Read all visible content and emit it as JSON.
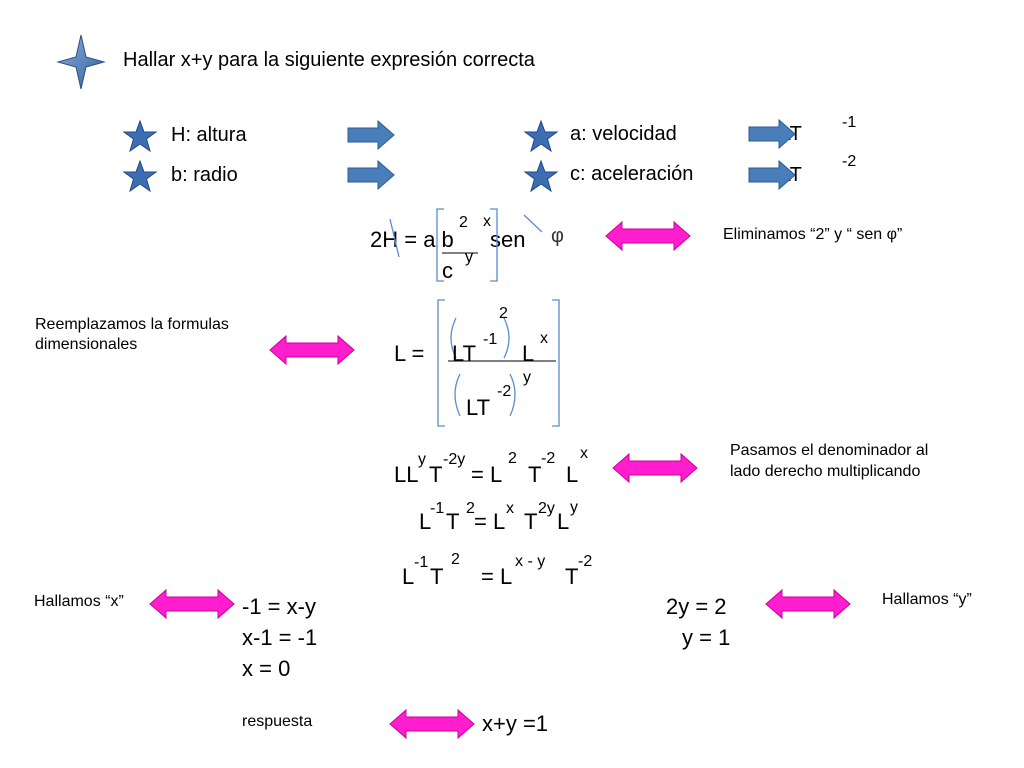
{
  "title": "Hallar  x+y  para la siguiente expresión correcta",
  "definitions": {
    "h": "H: altura",
    "b": "b: radio",
    "a": "a: velocidad",
    "c": "c: aceleración",
    "a_dim_base": "LT",
    "a_dim_exp": "-1",
    "c_dim_base": "LT",
    "c_dim_exp": "-2"
  },
  "equation1": {
    "lhs": "2H = a b",
    "b_exp": "2",
    "sen": "sen",
    "outer_exp": "x",
    "den_base": "c",
    "den_exp": "y",
    "phi": "φ"
  },
  "notes": {
    "eliminate": "Eliminamos “2” y “ sen φ”",
    "replace": "Reemplazamos la formulas dimensionales",
    "move": "Pasamos el denominador al lado derecho multiplicando",
    "find_x": "Hallamos “x”",
    "find_y": "Hallamos  “y”",
    "answer": "respuesta"
  },
  "equation2": {
    "lhs": "L =",
    "num_base": "LT",
    "num_inner_exp": "-1",
    "num_outer_exp": "2",
    "num_l": "L",
    "num_l_exp": "x",
    "den_base": "LT",
    "den_inner_exp": "-2",
    "den_outer_exp": "y"
  },
  "equation3": {
    "p1": "LL",
    "e1": "y",
    "p2": "T",
    "e2": "-2y",
    "p3": "=  L",
    "e3": "2",
    "p4": "T",
    "e4": "-2",
    "p5": "L",
    "e5": "x"
  },
  "equation4": {
    "p1": "L",
    "e1": "-1",
    "p2": "T",
    "e2": "2",
    "p3": "= L",
    "e3": "x",
    "p4": "T",
    "e4": "2y",
    "p5": "L",
    "e5": "y"
  },
  "equation5": {
    "p1": "L",
    "e1": "-1",
    "p2": "T",
    "e2": "2",
    "p3": "= L",
    "e3": "x - y",
    "p4": "T",
    "e4": "-2"
  },
  "solve_x": [
    "-1 = x-y",
    "x-1 = -1",
    "x = 0"
  ],
  "solve_y": [
    "2y = 2",
    "y = 1"
  ],
  "result": "x+y =1",
  "colors": {
    "arrow_magenta": "#ff1dce",
    "arrow_blue": "#4a7ebb",
    "star_blue": "#3d6eb4",
    "bracket_blue": "#5b8ccf"
  }
}
